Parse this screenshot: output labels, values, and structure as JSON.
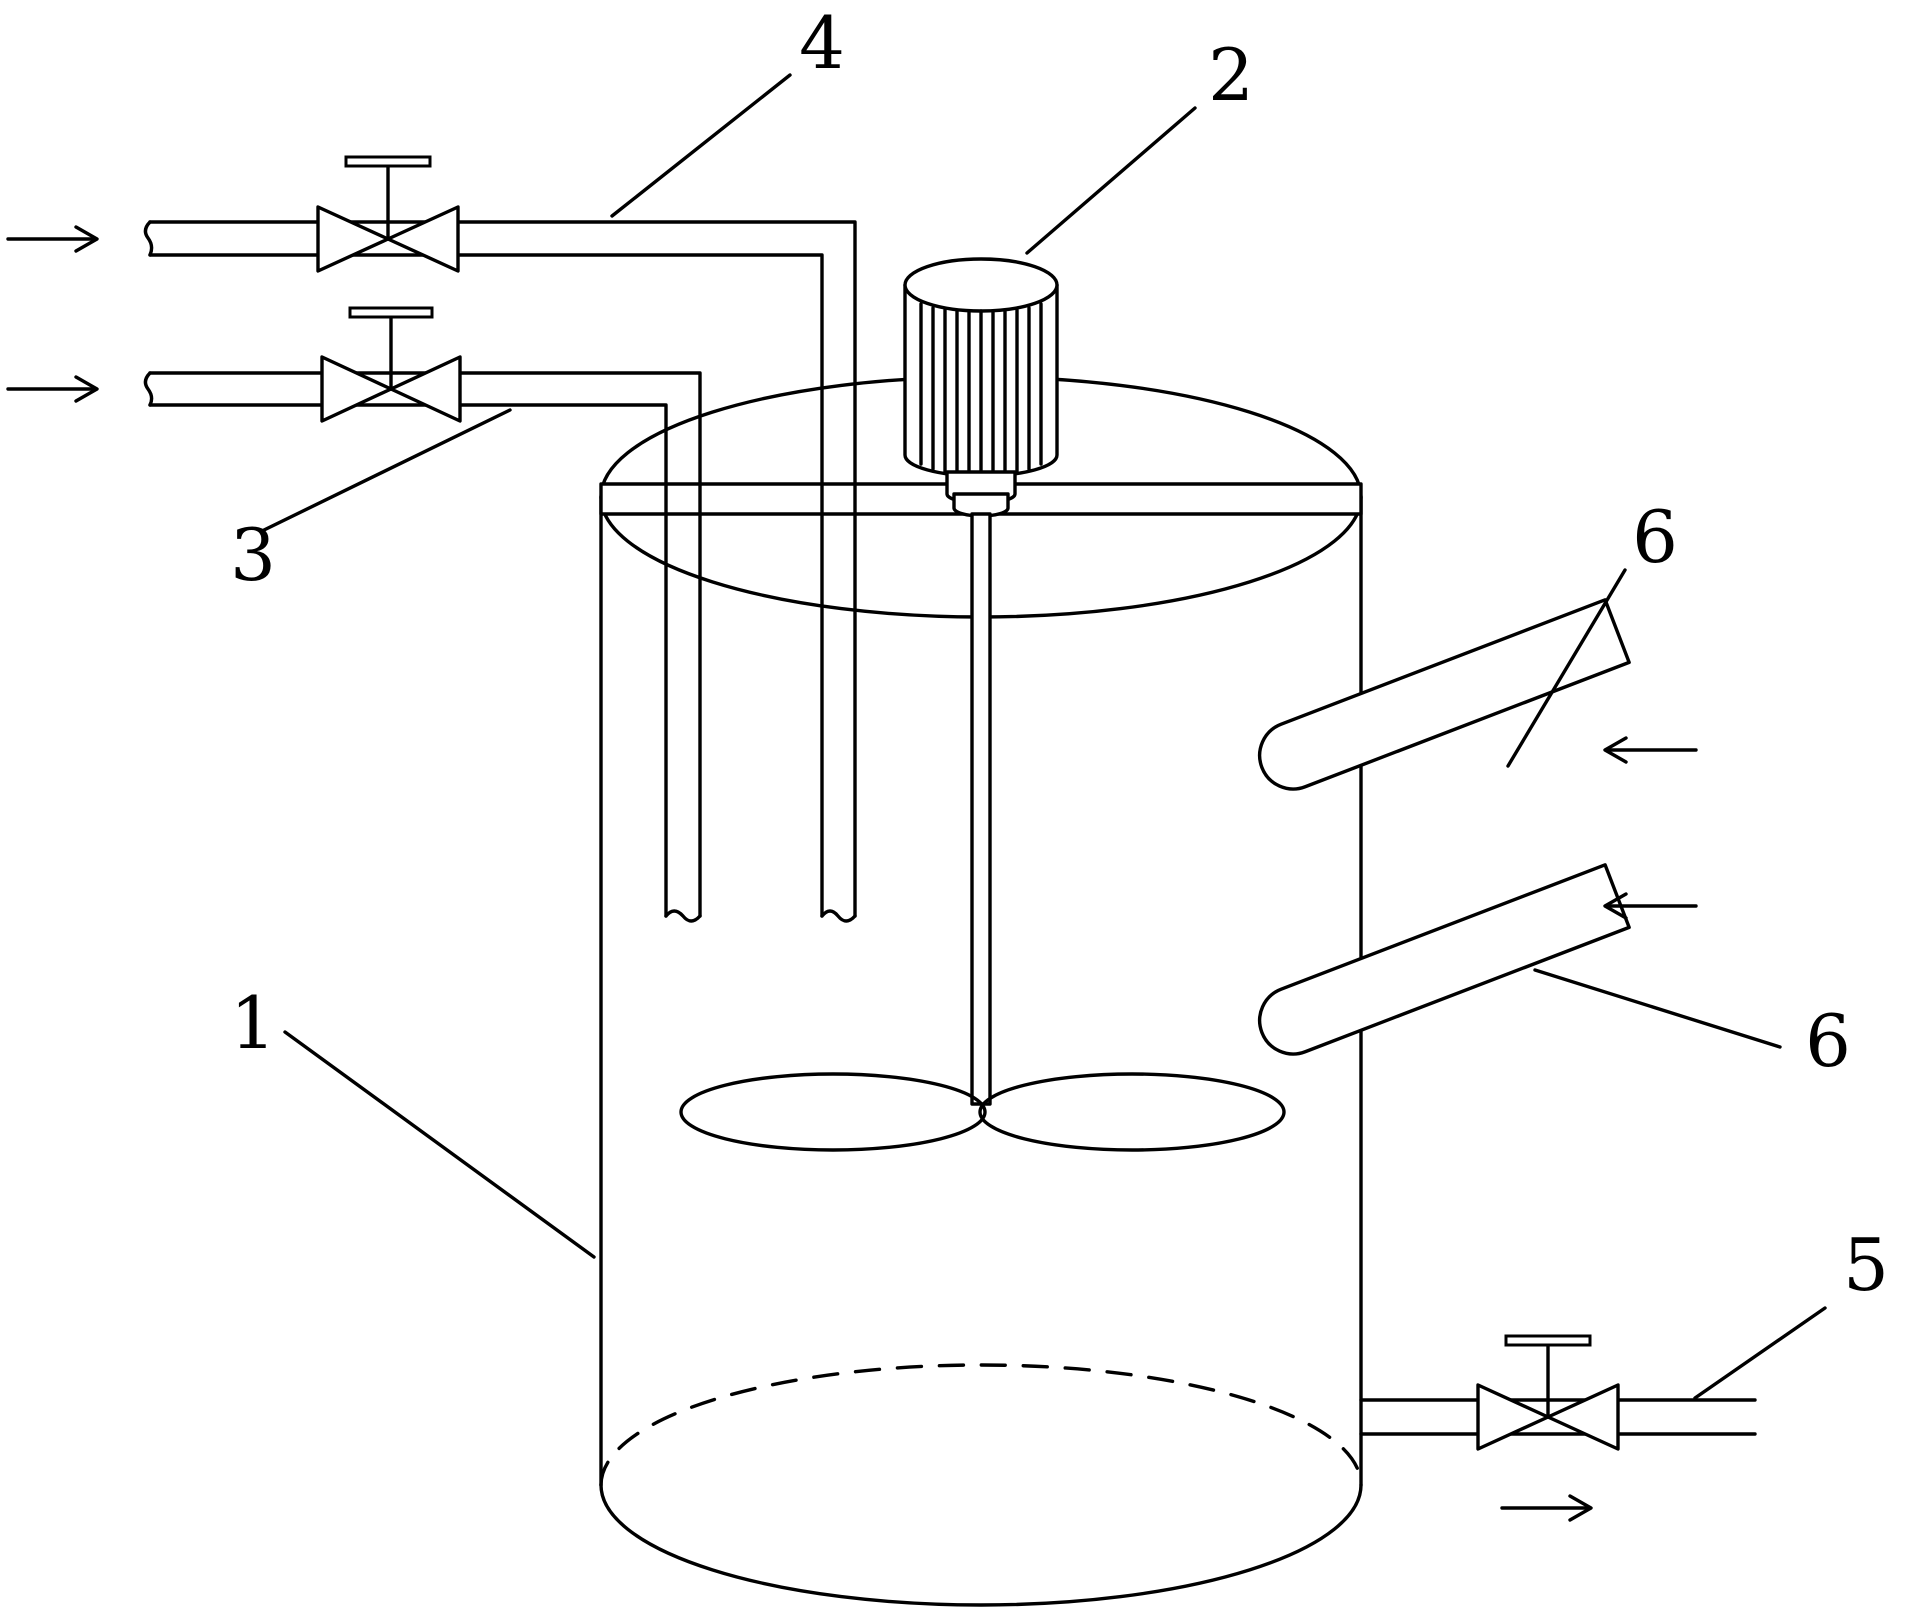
{
  "labels": {
    "tank": "1",
    "motor": "2",
    "inlet_pipe_lower": "3",
    "inlet_pipe_upper": "4",
    "outlet_pipe": "5",
    "coil_upper": "6",
    "coil_lower": "6"
  },
  "flow_arrows": [
    "inlet-upper",
    "inlet-lower",
    "coil-upper",
    "coil-lower",
    "outlet"
  ],
  "colors": {
    "stroke": "#000000",
    "background": "#ffffff"
  }
}
